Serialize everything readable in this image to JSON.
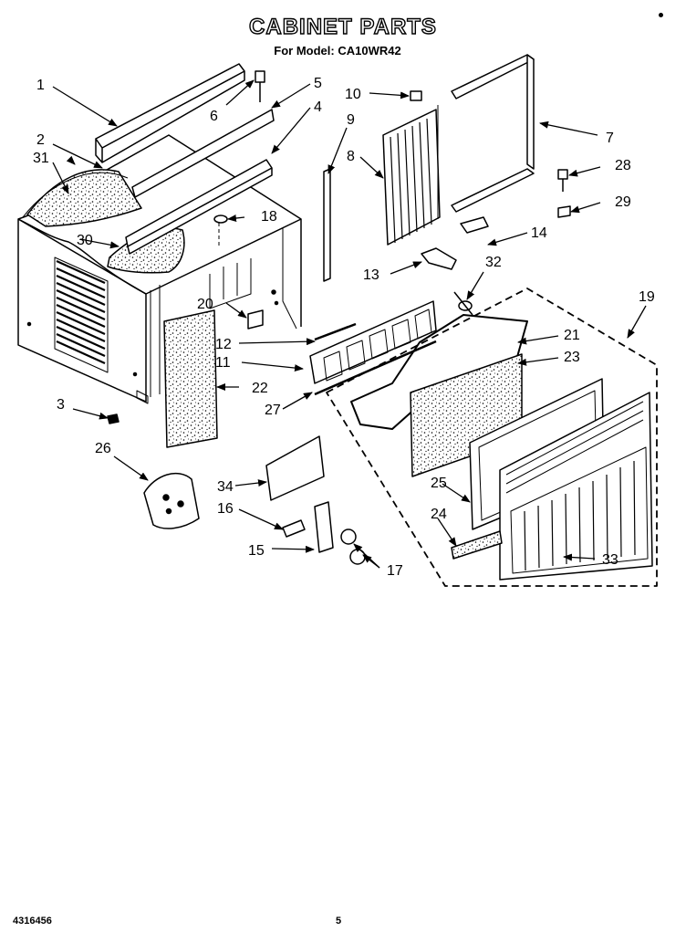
{
  "header": {
    "title": "CABINET PARTS",
    "subtitle": "For Model: CA10WR42"
  },
  "footer": {
    "doc_number": "4316456",
    "page_number": "5"
  },
  "callouts": [
    "1",
    "2",
    "3",
    "4",
    "5",
    "6",
    "7",
    "8",
    "9",
    "10",
    "11",
    "12",
    "13",
    "14",
    "15",
    "16",
    "17",
    "18",
    "19",
    "20",
    "21",
    "22",
    "23",
    "24",
    "25",
    "26",
    "27",
    "28",
    "29",
    "30",
    "31",
    "32",
    "33",
    "34"
  ]
}
